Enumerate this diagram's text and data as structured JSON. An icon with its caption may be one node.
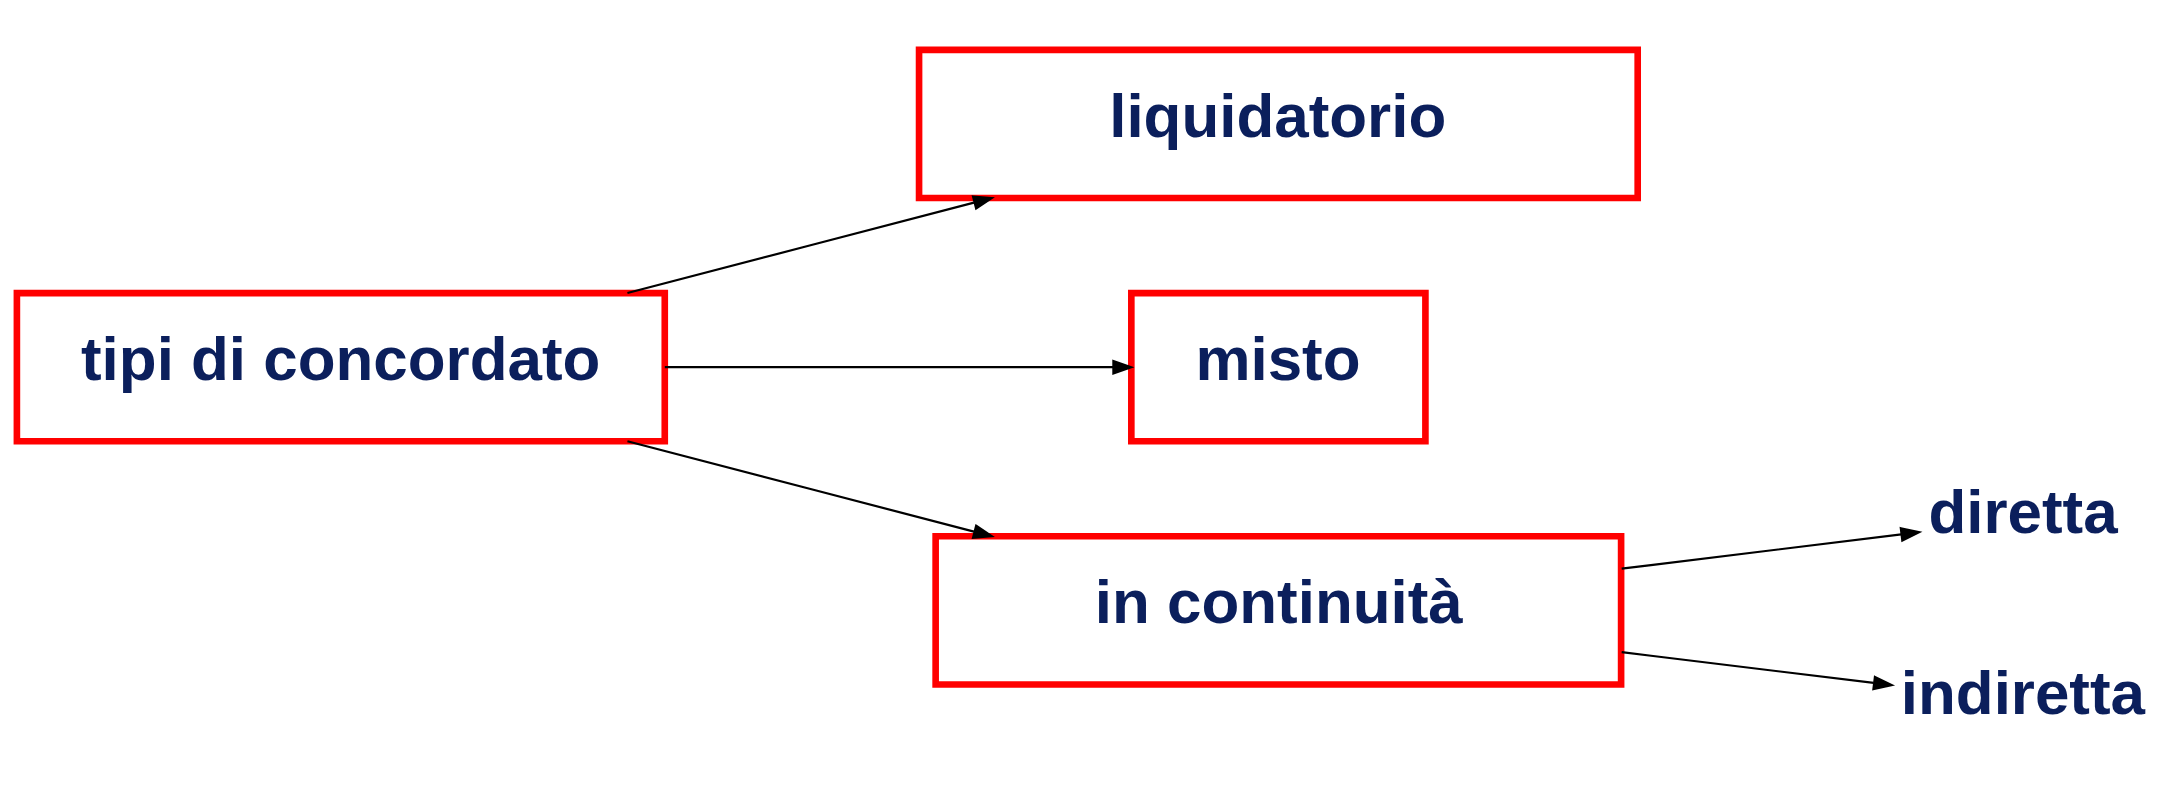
{
  "diagram": {
    "nodes": [
      {
        "text": [
          "tipi di concordato"
        ]
      },
      {
        "text": [
          "liquidatorio"
        ]
      },
      {
        "text": [
          "misto"
        ]
      },
      {
        "text": [
          "in continuità"
        ]
      },
      {
        "text": [
          "diretta"
        ]
      },
      {
        "text": [
          "indiretta"
        ]
      }
    ],
    "edges": [
      {
        "from": 0,
        "to": 1,
        "arrow": "to"
      },
      {
        "from": 0,
        "to": 2,
        "arrow": "to"
      },
      {
        "from": 0,
        "to": 3,
        "arrow": "to"
      },
      {
        "from": 3,
        "to": 4,
        "arrow": "to"
      },
      {
        "from": 3,
        "to": 5,
        "arrow": "to"
      }
    ]
  }
}
